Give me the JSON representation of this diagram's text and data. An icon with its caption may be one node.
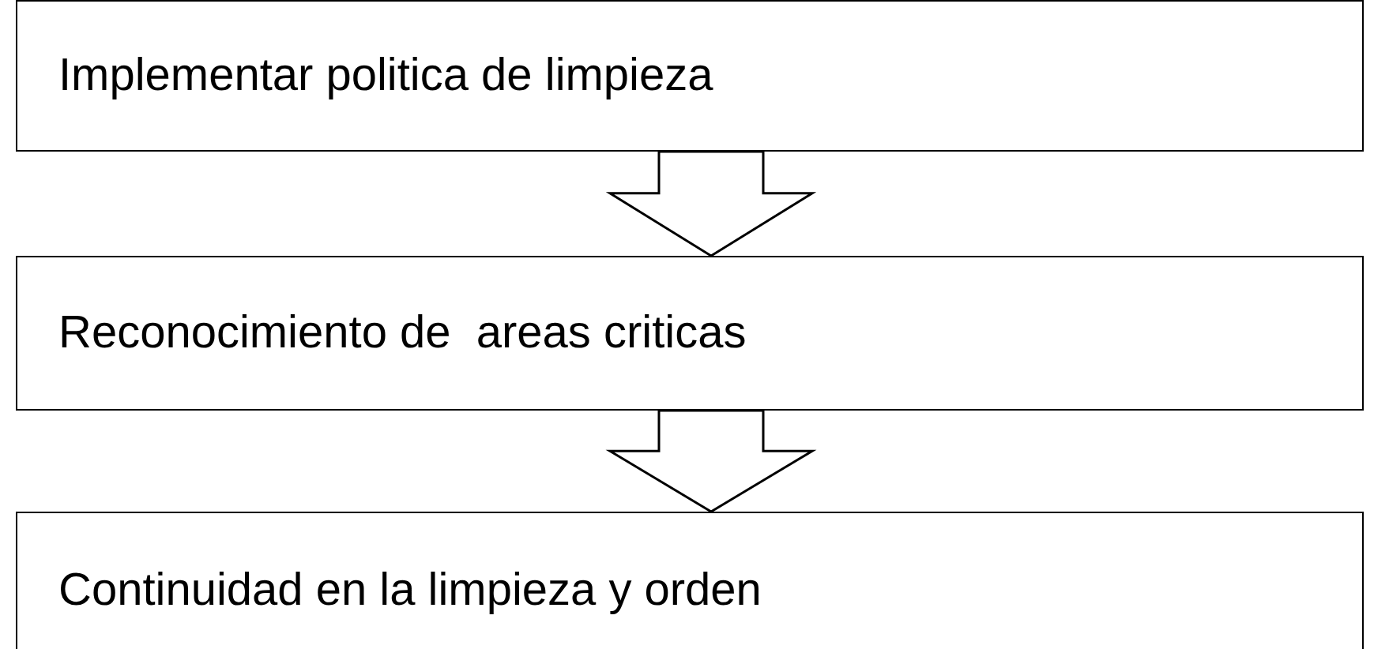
{
  "diagram": {
    "nodes": [
      {
        "text": [
          "Implementar politica de limpieza"
        ]
      },
      {
        "text": [
          "Reconocimiento de  areas criticas"
        ]
      },
      {
        "text": [
          "Continuidad en la limpieza y orden"
        ]
      }
    ],
    "edges": [
      {
        "from": 0,
        "to": 1,
        "arrow": "to"
      },
      {
        "from": 1,
        "to": 2,
        "arrow": "to"
      }
    ]
  }
}
